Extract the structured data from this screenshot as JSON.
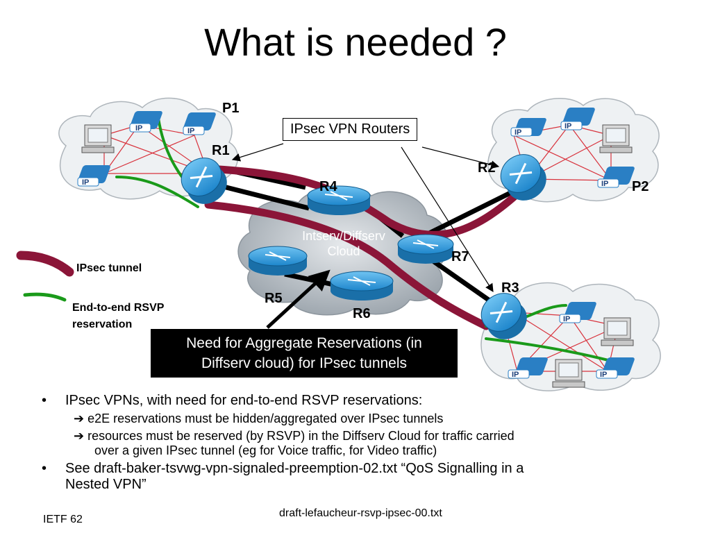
{
  "title": "What is needed ?",
  "labels": {
    "p1": "P1",
    "p2": "P2",
    "r1": "R1",
    "r2": "R2",
    "r3": "R3",
    "r4": "R4",
    "r5": "R5",
    "r6": "R6",
    "r7": "R7",
    "ip": "IP"
  },
  "callout_routers": "IPsec VPN Routers",
  "cloud_label_line1": "Intserv/Diffserv",
  "cloud_label_line2": "Cloud",
  "legend": {
    "ipsec_tunnel": "IPsec tunnel",
    "rsvp_line1": "End-to-end RSVP",
    "rsvp_line2": "reservation"
  },
  "need_box_line1": "Need for Aggregate Reservations (in",
  "need_box_line2": "Diffserv cloud) for IPsec tunnels",
  "bullets": {
    "b1": "IPsec VPNs, with need for end-to-end RSVP reservations:",
    "b1_sub1": "➔ e2E reservations must be hidden/aggregated over IPsec tunnels",
    "b1_sub2_line1": "➔ resources must be reserved (by RSVP) in the Diffserv Cloud for traffic carried",
    "b1_sub2_line2": "over a given IPsec tunnel (eg for Voice traffic, for Video traffic)",
    "b2_line1": "See draft-baker-tsvwg-vpn-signaled-preemption-02.txt  “QoS Signalling in a",
    "b2_line2": "Nested VPN”",
    "bullet_glyph": "•"
  },
  "footer": {
    "left": "IETF 62",
    "center": "draft-lefaucheur-rsvp-ipsec-00.txt"
  },
  "colors": {
    "ipsec_tunnel": "#8b1538",
    "rsvp": "#1a9a1a",
    "router": "#1f8fd6",
    "cloud": "#b7bfc6",
    "site_cloud": "#eef1f3"
  }
}
